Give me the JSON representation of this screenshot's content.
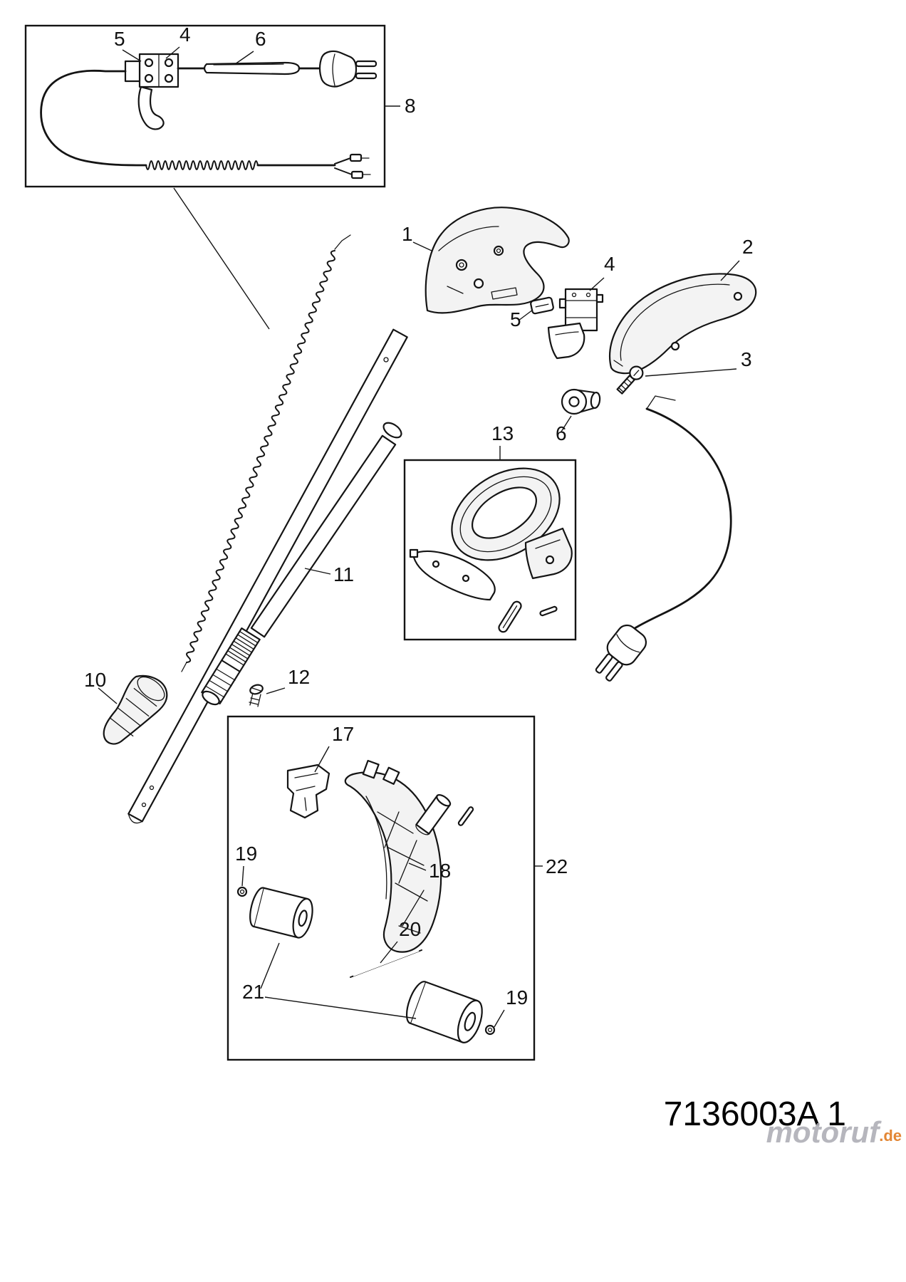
{
  "diagram": {
    "part_number": "7136003A 1",
    "watermark": {
      "name": "motoruf",
      "tld": ".de"
    }
  },
  "callouts": [
    {
      "ref": "inset-switch-button",
      "label": "5"
    },
    {
      "ref": "inset-switch-block",
      "label": "4"
    },
    {
      "ref": "inset-cord-sleeve",
      "label": "6"
    },
    {
      "ref": "inset-cable-assembly",
      "label": "8"
    },
    {
      "ref": "housing-left-half",
      "label": "1"
    },
    {
      "ref": "housing-right-half",
      "label": "2"
    },
    {
      "ref": "switch",
      "label": "4"
    },
    {
      "ref": "switch-button",
      "label": "5"
    },
    {
      "ref": "screw",
      "label": "3"
    },
    {
      "ref": "bushing",
      "label": "6"
    },
    {
      "ref": "loop-handle-assembly",
      "label": "13"
    },
    {
      "ref": "shaft-tube",
      "label": "11"
    },
    {
      "ref": "cone-cap",
      "label": "10"
    },
    {
      "ref": "small-screw",
      "label": "12"
    },
    {
      "ref": "clip-bracket",
      "label": "17"
    },
    {
      "ref": "curved-support",
      "label": "18"
    },
    {
      "ref": "nut-upper",
      "label": "19"
    },
    {
      "ref": "rod",
      "label": "20"
    },
    {
      "ref": "rollers",
      "label": "21"
    },
    {
      "ref": "nut-lower",
      "label": "19"
    },
    {
      "ref": "lower-assembly-box",
      "label": "22"
    }
  ]
}
